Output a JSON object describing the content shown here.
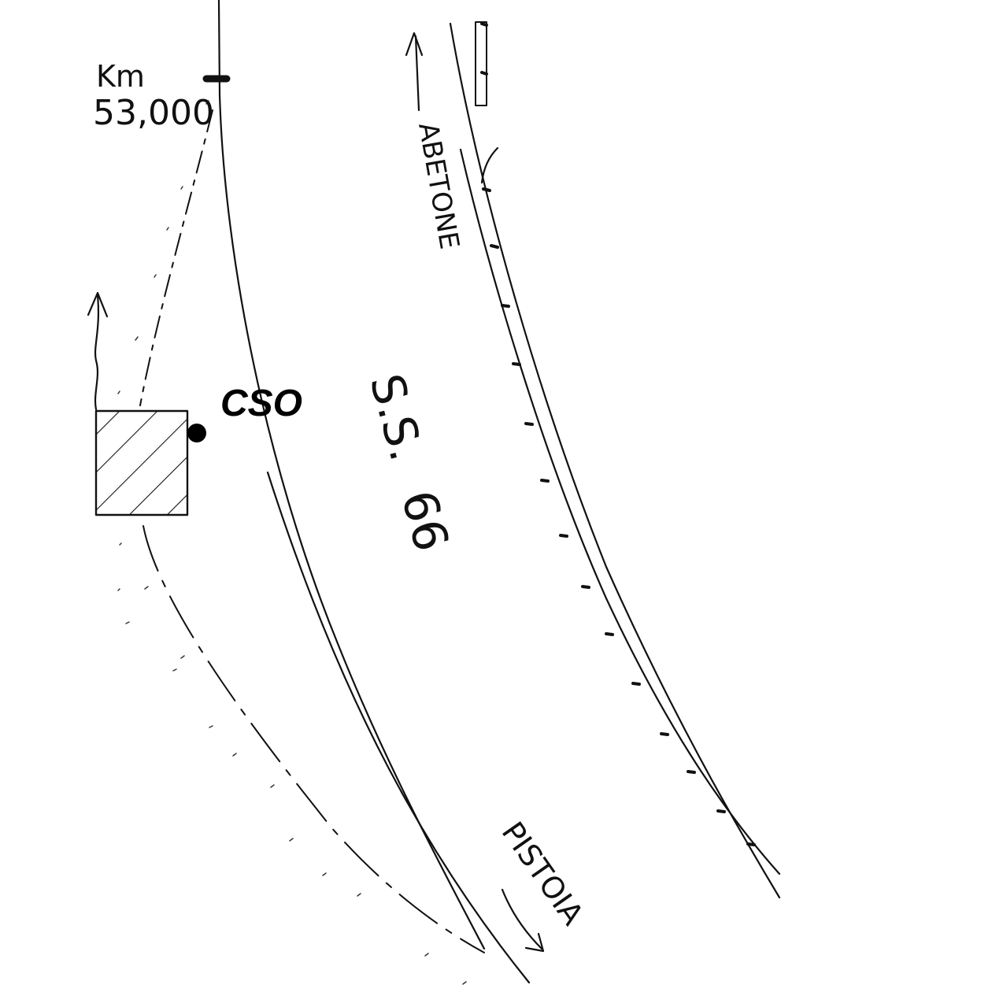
{
  "map": {
    "km_label": "Km",
    "km_value": "53,000",
    "station_label": "CSO",
    "road_label_prefix": "S.S.",
    "road_label_number": "66",
    "direction_north": "ABETONE",
    "direction_south": "PISTOIA",
    "colors": {
      "ink": "#111111",
      "paper": "#ffffff",
      "station_dot": "#000000"
    },
    "icons": [
      "arrow-up-icon",
      "arrow-down-icon",
      "station-dot-icon",
      "km-marker-icon"
    ]
  }
}
